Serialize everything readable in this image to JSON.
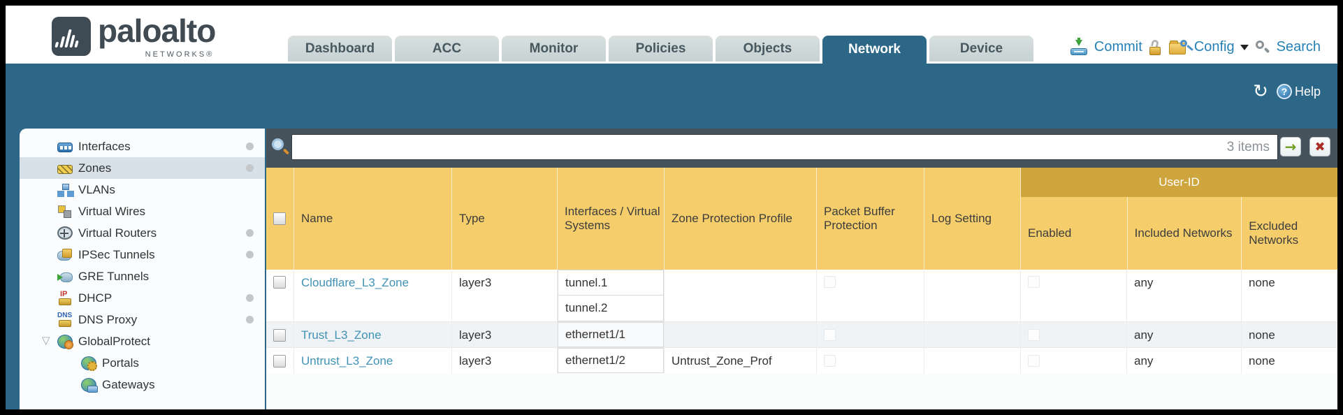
{
  "header": {
    "logo": {
      "brand": "paloalto",
      "sub": "NETWORKS®"
    },
    "tabs": [
      {
        "label": "Dashboard",
        "active": false
      },
      {
        "label": "ACC",
        "active": false
      },
      {
        "label": "Monitor",
        "active": false
      },
      {
        "label": "Policies",
        "active": false
      },
      {
        "label": "Objects",
        "active": false
      },
      {
        "label": "Network",
        "active": true
      },
      {
        "label": "Device",
        "active": false
      }
    ],
    "toolbar": {
      "commit_label": "Commit",
      "config_label": "Config",
      "search_label": "Search"
    }
  },
  "banner": {
    "help_label": "Help"
  },
  "sidebar": {
    "items": [
      {
        "label": "Interfaces",
        "dot": true
      },
      {
        "label": "Zones",
        "dot": true,
        "selected": true
      },
      {
        "label": "VLANs"
      },
      {
        "label": "Virtual Wires"
      },
      {
        "label": "Virtual Routers",
        "dot": true
      },
      {
        "label": "IPSec Tunnels",
        "dot": true
      },
      {
        "label": "GRE Tunnels"
      },
      {
        "label": "DHCP",
        "dot": true
      },
      {
        "label": "DNS Proxy",
        "dot": true
      },
      {
        "label": "GlobalProtect",
        "expanded": true
      },
      {
        "label": "Portals",
        "child": true
      },
      {
        "label": "Gateways",
        "child": true
      }
    ]
  },
  "filterbar": {
    "value": "",
    "count": "3 items"
  },
  "table": {
    "user_id_label": "User-ID",
    "columns": [
      "Name",
      "Type",
      "Interfaces / Virtual Systems",
      "Zone Protection Profile",
      "Packet Buffer Protection",
      "Log Setting",
      "Enabled",
      "Included Networks",
      "Excluded Networks"
    ],
    "rows": [
      {
        "name": "Cloudflare_L3_Zone",
        "type": "layer3",
        "interfaces": [
          "tunnel.1",
          "tunnel.2"
        ],
        "zone_protection_profile": "",
        "packet_buffer_protection_checked": false,
        "log_setting": "",
        "user_id_enabled_checked": false,
        "included_networks": "any",
        "excluded_networks": "none"
      },
      {
        "name": "Trust_L3_Zone",
        "type": "layer3",
        "interfaces": [
          "ethernet1/1"
        ],
        "zone_protection_profile": "",
        "packet_buffer_protection_checked": false,
        "log_setting": "",
        "user_id_enabled_checked": false,
        "included_networks": "any",
        "excluded_networks": "none"
      },
      {
        "name": "Untrust_L3_Zone",
        "type": "layer3",
        "interfaces": [
          "ethernet1/2"
        ],
        "zone_protection_profile": "Untrust_Zone_Prof",
        "packet_buffer_protection_checked": false,
        "log_setting": "",
        "user_id_enabled_checked": false,
        "included_networks": "any",
        "excluded_networks": "none"
      }
    ]
  },
  "colors": {
    "accent_teal": "#2c6787",
    "header_gold": "#f5cd6b",
    "user_id_gold": "#cfa53e",
    "link_blue": "#4192b5",
    "toolbar_blue": "#2581b5",
    "filter_strip": "#47535c"
  }
}
